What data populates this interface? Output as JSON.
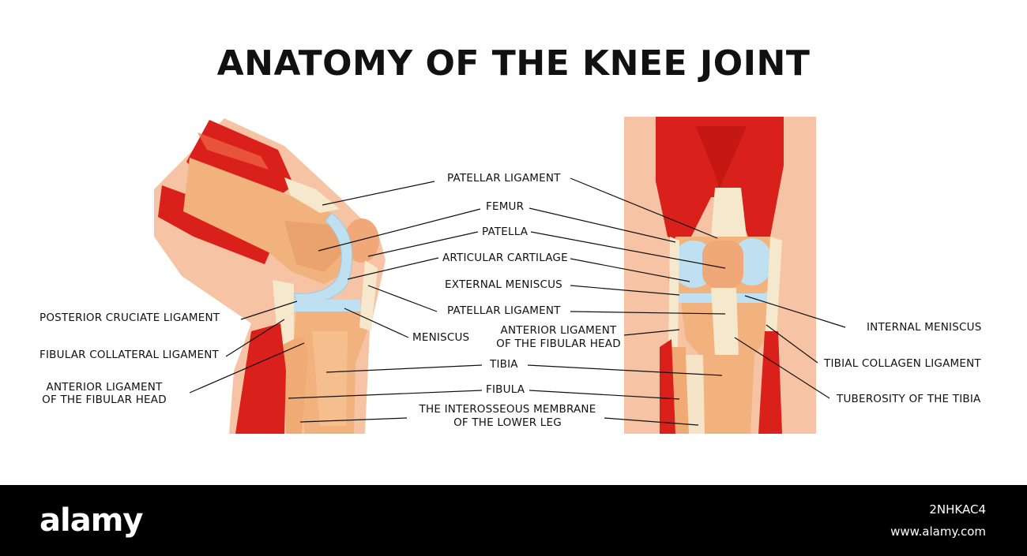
{
  "title": "ANATOMY OF THE KNEE JOINT",
  "labels": {
    "patellar_ligament_top": "PATELLAR LIGAMENT",
    "femur": "FEMUR",
    "patella": "PATELLA",
    "articular_cartilage": "ARTICULAR CARTILAGE",
    "external_meniscus": "EXTERNAL MENISCUS",
    "patellar_ligament_mid": "PATELLAR LIGAMENT",
    "anterior_ligament_center_1": "ANTERIOR LIGAMENT",
    "anterior_ligament_center_2": "OF THE FIBULAR HEAD",
    "meniscus": "MENISCUS",
    "tibia": "TIBIA",
    "fibula": "FIBULA",
    "interosseous_1": "THE INTEROSSEOUS MEMBRANE",
    "interosseous_2": "OF THE LOWER LEG",
    "posterior_cruciate": "POSTERIOR CRUCIATE LIGAMENT",
    "fibular_collateral": "FIBULAR COLLATERAL LIGAMENT",
    "anterior_ligament_left_1": "ANTERIOR LIGAMENT",
    "anterior_ligament_left_2": "OF THE FIBULAR HEAD",
    "internal_meniscus": "INTERNAL MENISCUS",
    "tibial_collagen": "TIBIAL COLLAGEN LIGAMENT",
    "tuberosity": "TUBEROSITY OF THE TIBIA"
  },
  "footer": {
    "brand": "alamy",
    "image_id": "2NHKAC4",
    "site": "www.alamy.com"
  },
  "colors": {
    "muscle": "#d9201a",
    "skin": "#f6c3a4",
    "bone": "#f2b27e",
    "ligament": "#f6e8cc",
    "cartilage": "#bfe0f0",
    "footer_bg": "#000000"
  }
}
